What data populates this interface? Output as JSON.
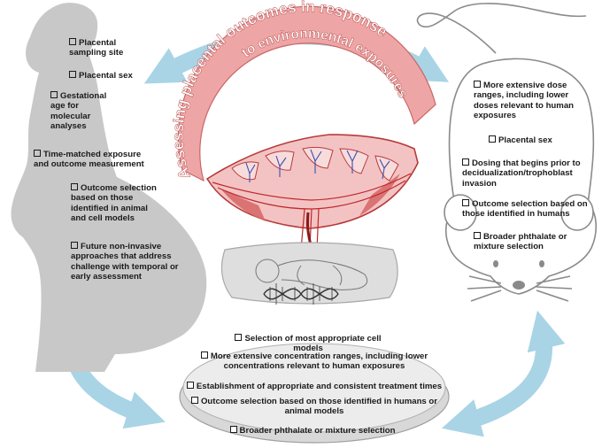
{
  "title": "Assessing placental outcomes in response to environmental exposures",
  "title_line1": "Assessing placental outcomes in response",
  "title_line2": "to environmental exposures",
  "human_items": [
    "Placental sampling site",
    "Placental sex",
    "Gestational age for molecular analyses",
    "Time-matched exposure and outcome measurement",
    "Outcome selection based on those identified in animal and cell models",
    "Future non-invasive approaches that address challenge with temporal or early assessment"
  ],
  "mouse_items": [
    "More extensive dose ranges, including lower doses relevant to human exposures",
    "Placental sex",
    "Dosing that begins prior to decidualization/trophoblast invasion",
    "Outcome selection based on those identified in humans",
    "Broader phthalate or mixture selection"
  ],
  "dish_items": [
    "Selection of most appropriate cell models",
    "More extensive concentration ranges, including lower concentrations relevant to human exposures",
    "Establishment of appropriate and consistent treatment times",
    "Outcome selection based on those identified in humans or animal models",
    "Broader phthalate or mixture selection"
  ],
  "colors": {
    "arrow": "#a8d4e6",
    "silhouette": "#c8c8c8",
    "placenta_fill": "#eea5a5",
    "placenta_dark": "#b83a3a",
    "vessel_red": "#c0282a",
    "vessel_blue": "#3a4fb0",
    "dish": "#e4e4e4"
  },
  "icons": [
    "pregnant-woman-silhouette",
    "mouse-outline",
    "petri-dish",
    "placenta-illustration",
    "fetus-sketch",
    "dna-helix"
  ]
}
